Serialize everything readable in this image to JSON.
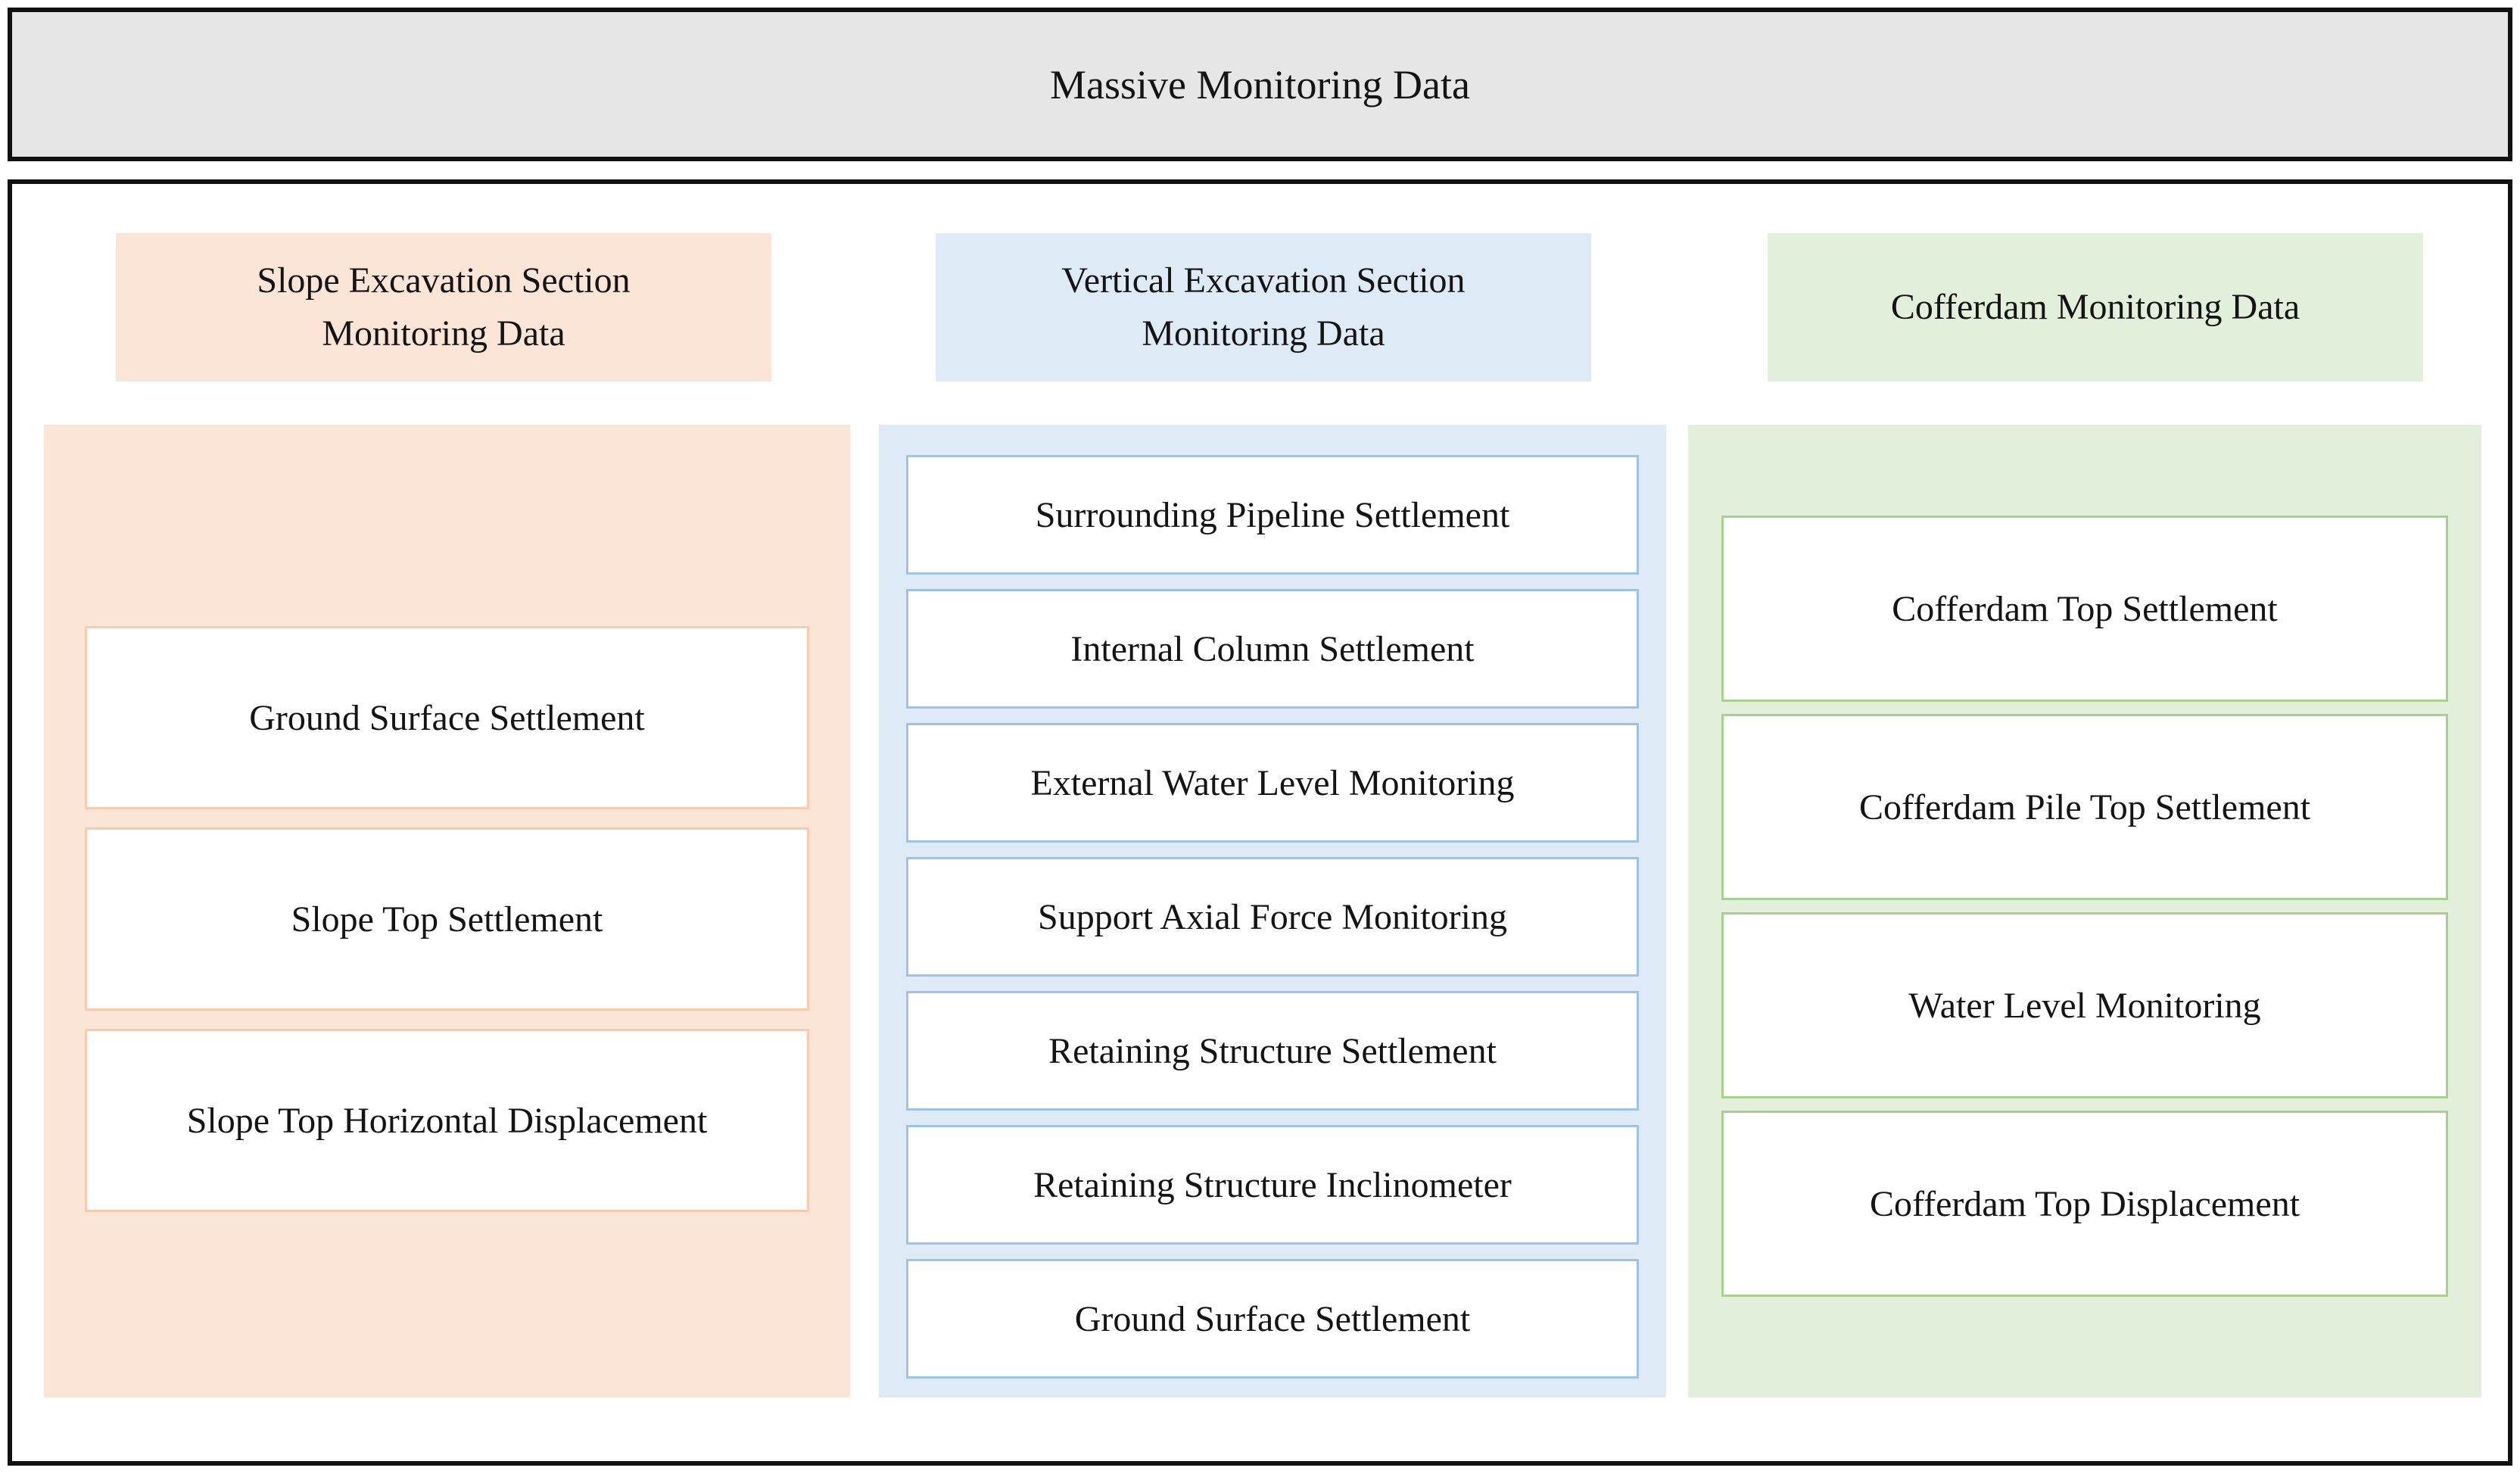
{
  "banner": {
    "title": "Massive Monitoring Data",
    "fill": "#E7E6E6",
    "border": "#111111"
  },
  "columns": [
    {
      "id": "slope-excavation",
      "header": "Slope Excavation Section Monitoring Data",
      "items": [
        "Ground Surface Settlement",
        "Slope Top Settlement",
        "Slope Top Horizontal Displacement"
      ],
      "colors": {
        "fill": "#FBE5D6",
        "box_border": "#F8CBAD"
      }
    },
    {
      "id": "vertical-excavation",
      "header": "Vertical Excavation Section Monitoring Data",
      "items": [
        "Surrounding Pipeline Settlement",
        "Internal Column Settlement",
        "External Water Level Monitoring",
        "Support Axial Force Monitoring",
        "Retaining Structure Settlement",
        "Retaining Structure Inclinometer",
        "Ground Surface Settlement"
      ],
      "colors": {
        "fill": "#DEEBF7",
        "box_border": "#9DC3E6"
      }
    },
    {
      "id": "cofferdam",
      "header": "Cofferdam Monitoring Data",
      "items": [
        "Cofferdam Top Settlement",
        "Cofferdam Pile Top Settlement",
        "Water Level Monitoring",
        "Cofferdam Top Displacement"
      ],
      "colors": {
        "fill": "#E2EFDA",
        "box_border": "#A9D18E"
      }
    }
  ]
}
